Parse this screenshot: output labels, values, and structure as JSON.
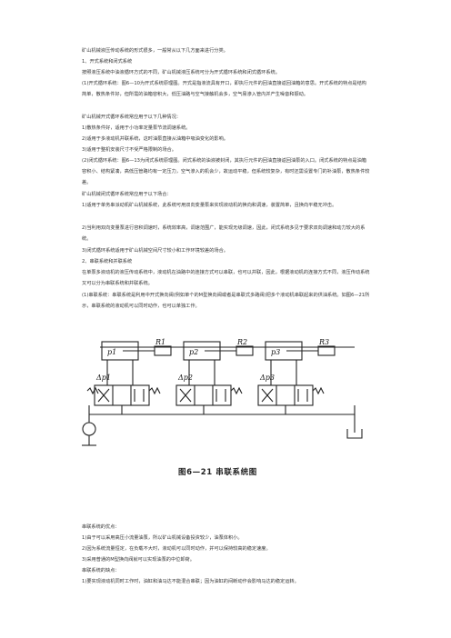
{
  "paragraphs": [
    "矿山机械液压传动系统的形式很多，一般常从以下几方面来进行分类。",
    "1、开式系统和闭式系统",
    "按照液压系统中油液循环方式的不同，矿山机械液压系统可分为开式循环系统和闭式循环系统。",
    "(1)开式循环系统：图6—10为开式系统原理图。开式是指液流具有开口，即执行元件的回油直接返回油箱的意思。开式系统的特点是结构简单，散热条件好，但所需的油箱容积大，低压油路与空气接触机会多，空气易渗入管内并产生噪音和振动。",
    "矿山机械开式循环系统常应用于以下几种情况：",
    "1)散热条件好，适用于小功率定量泵节流调速系统。",
    "2)适用于多液动机并联系统，这时油泵直接从油箱中吸油变化的影响。",
    "3)适用于整机安装尺寸不受严格限制的场合。",
    "(2)闭式循环系统：图6—13为闭式系统原理图。闭式系统的油液被封闭，其执行元件的回油直接返回油泵的入口。闭式系统的特点是油箱容积小、结构紧凑，高低压管路均有一定压力，空气渗入的机会少，故运动平稳，但系统较复杂，有时还需设置专门的补油泵，散热条件较差。",
    "矿山机械闭式循环系统常应用于以下场合：",
    "1)适用于单务串派动机矿山机械系统，此系统可用双向变量泵来实现液动机的换向和调速，装置简单，且换向平稳无冲击。",
    "2)当利用双向变量泵进行容积调速时，系统效率高，调速范围广，能实现无级调速，因此，闭式系统多见于要求双向调速和动力较大的系统。",
    "3)闭式循环系统适用于矿山机械空间尺寸较小和工作环境较差的场合。",
    "2、串联系统和并联系统",
    "在单泵多液动机的液压传动系统中，液动机在油路中的连接方式可以串联，也可以并联，因此，根据液动机的连接方式不同，液压传动系统又可以分为串联系统和并联系统。",
    "(1)串联系统：串联系统是利用中开式换向阀(例如单个的M型换向阀或者是串联式多路阀)把多个液动机串联起来的供油系统。如图6—21所示，串联系统的液动机可以同时动作，也可以单独工作。"
  ],
  "figure": {
    "labels": [
      "p1",
      "p2",
      "p3",
      "R1",
      "R2",
      "R3",
      "Δp1",
      "Δp2",
      "Δp3"
    ],
    "caption": "图6—21   串联系统图"
  },
  "after": [
    "串联系统的优点：",
    "1)由于可以采用高压小流量油泵，所以矿山机械设备投资较少，油泵体积小。",
    "2)因为系统流量恒定，在负载不大时，液动机可以同时动作，并可以保持较高的稳定速度。",
    "3)采用普通的M型换向阀就可以实现油泵的中位卸荷。",
    "串联系统的缺点：",
    "1)要实现液动机同时工作时，油缸和油马达不能混合串联；因为油缸的间断动作会影响马达的稳定运转。"
  ]
}
